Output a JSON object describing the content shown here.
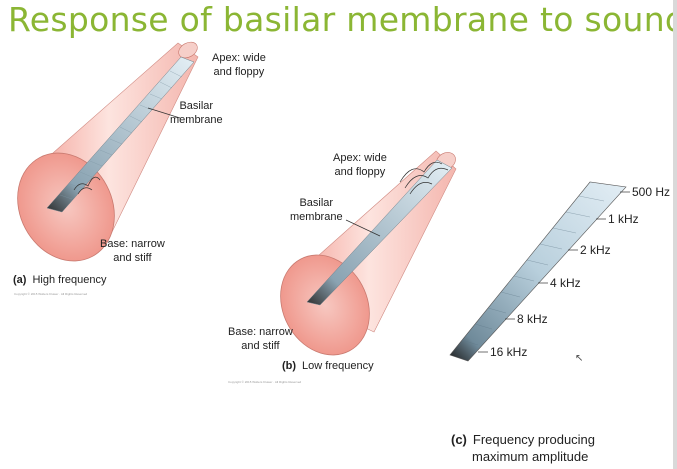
{
  "title": "Response of basilar membrane to sound",
  "panel_a": {
    "apex_label_1": "Apex: wide",
    "apex_label_2": "and floppy",
    "basilar_label_1": "Basilar",
    "basilar_label_2": "membrane",
    "base_label_1": "Base: narrow",
    "base_label_2": "and stiff",
    "caption_letter": "(a)",
    "caption_text": "High frequency",
    "copyright": "Copyright © 2015 Wolters Kluwer · All Rights Reserved"
  },
  "panel_b": {
    "apex_label_1": "Apex: wide",
    "apex_label_2": "and floppy",
    "basilar_label_1": "Basilar",
    "basilar_label_2": "membrane",
    "base_label_1": "Base: narrow",
    "base_label_2": "and stiff",
    "caption_letter": "(b)",
    "caption_text": "Low frequency",
    "copyright": "Copyright © 2015 Wolters Kluwer · All Rights Reserved"
  },
  "panel_c": {
    "frequencies": [
      "500 Hz",
      "1 kHz",
      "2 kHz",
      "4 kHz",
      "8 kHz",
      "16 kHz"
    ],
    "caption_letter": "(c)",
    "caption_line_1": "Frequency producing",
    "caption_line_2": "maximum amplitude"
  },
  "colors": {
    "title": "#8bb634",
    "cone_fill": "#f4b6ae",
    "membrane": "#bcd3e0",
    "membrane_dark": "#2a2a2a"
  }
}
